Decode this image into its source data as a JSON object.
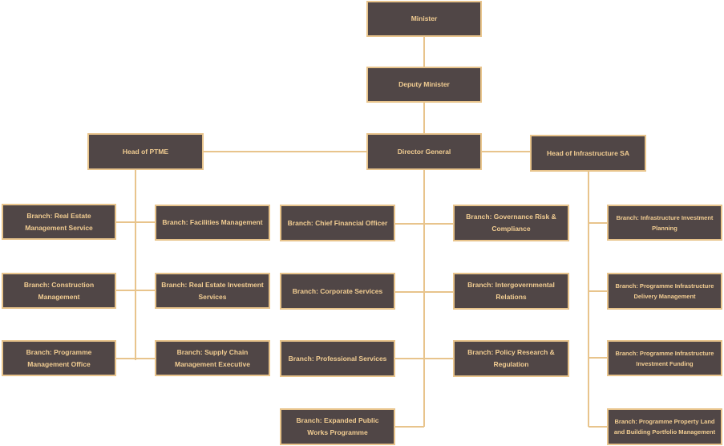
{
  "colors": {
    "box_fill": "#504646",
    "box_border": "#e8c48c",
    "text": "#f2cd92",
    "connector": "#e8c48c"
  },
  "nodes": {
    "minister": "Minister",
    "deputy_minister": "Deputy Minister",
    "director_general": "Director General",
    "head_ptme": "Head of PTME",
    "head_infrastructure": "Head of Infrastructure SA",
    "ptme": [
      "Branch: Real Estate Management Service",
      "Branch: Facilities Management",
      "Branch: Construction Management",
      "Branch: Real Estate Investment Services",
      "Branch: Programme Management Office",
      "Branch: Supply Chain Management Executive"
    ],
    "dg": [
      "Branch: Chief Financial Officer",
      "Branch: Governance Risk & Compliance",
      "Branch: Corporate Services",
      "Branch: Intergovernmental Relations",
      "Branch: Professional Services",
      "Branch: Policy Research & Regulation",
      "Branch: Expanded Public Works Programme"
    ],
    "infra": [
      "Branch: Infrastructure Investment Planning",
      "Branch: Programme Infrastructure Delivery Management",
      "Branch: Programme Infrastructure Investment Funding",
      "Branch: Programme Property Land and Building Portfolio Management"
    ]
  }
}
